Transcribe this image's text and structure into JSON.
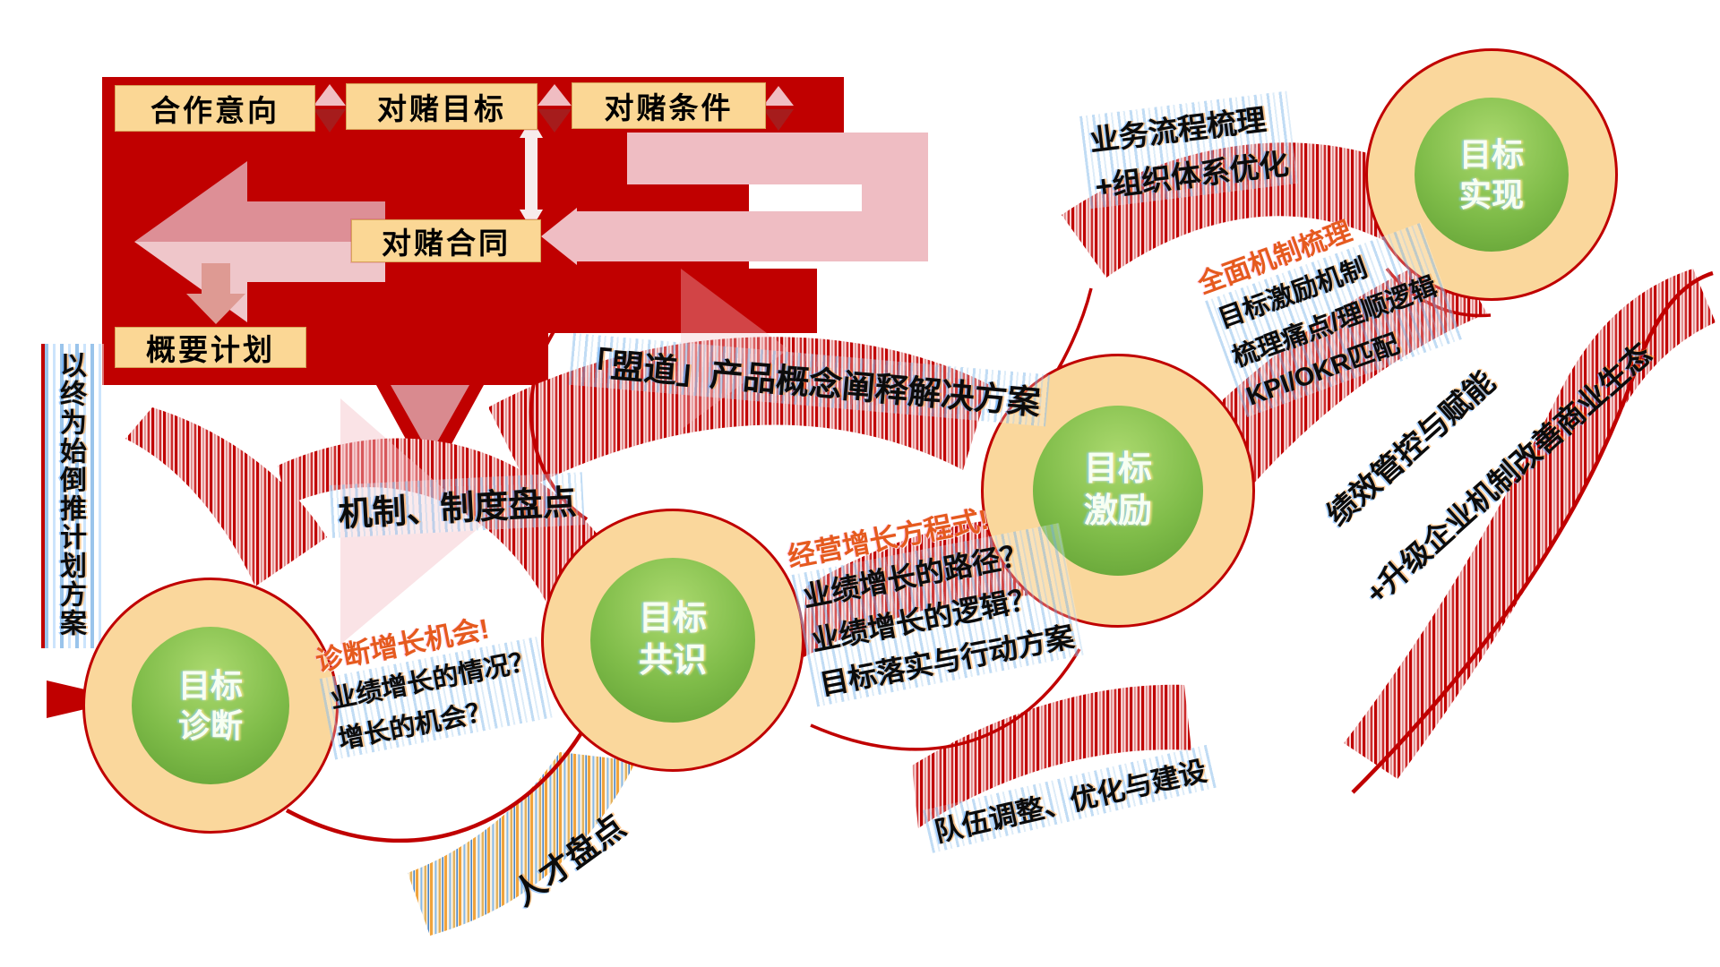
{
  "title": "对赌目标管理方法论流程图",
  "colors": {
    "dark_red": "#C00000",
    "box_fill": "#FBD795",
    "box_border": "#D8A45A",
    "circle_ring": "#FAD79C",
    "circle_border": "#C00000",
    "green_light": "#ABD96E",
    "green_dark": "#5F9E33",
    "pink_arrow": "#DD8F96",
    "pale_pink": "#EFBDC3",
    "orange_text": "#E55A1E",
    "blue_stripe": "#8FC0EC"
  },
  "flow": {
    "box1": "合作意向",
    "box2": "对赌目标",
    "box3": "对赌条件",
    "box4": "对赌合同",
    "box5": "概要计划"
  },
  "left_note": {
    "text": "以终为始倒推计划方案"
  },
  "circles": {
    "c1": {
      "line1": "目标",
      "line2": "诊断"
    },
    "c2": {
      "line1": "目标",
      "line2": "共识"
    },
    "c3": {
      "line1": "目标",
      "line2": "激励"
    },
    "c4": {
      "line1": "目标",
      "line2": "实现"
    }
  },
  "notes": {
    "mechanism": {
      "text": "机制、制度盘点"
    },
    "diagnose": {
      "title": "诊断增长机会!",
      "line1": "业绩增长的情况？",
      "line2": "增长的机会？"
    },
    "product": {
      "text": "「盟道」产品概念阐释解决方案"
    },
    "path": {
      "title": "经营增长方程式!",
      "line1": "业绩增长的路径？",
      "line2": "业绩增长的逻辑？",
      "line3": "目标落实与行动方案"
    },
    "incentive": {
      "title": "全面机制梳理",
      "line1": "目标激励机制",
      "line2": "梳理痛点/理顺逻辑",
      "line3": "KPI/OKR匹配"
    },
    "bizflow": {
      "line1": "业务流程梳理",
      "line2": "+组织体系优化"
    },
    "performance": {
      "line1": "绩效管控与赋能",
      "line2": "+升级企业机制改善商业生态"
    },
    "talent": {
      "text": "人才盘点"
    },
    "team": {
      "text": "队伍调整、优化与建设"
    }
  }
}
